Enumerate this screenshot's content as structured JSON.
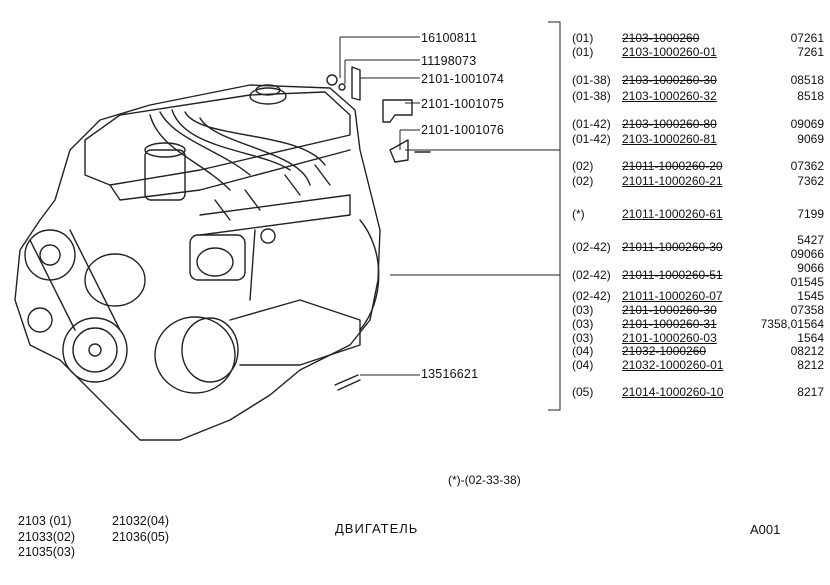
{
  "callouts": [
    {
      "id": "c1",
      "text": "16100811"
    },
    {
      "id": "c2",
      "text": "11198073"
    },
    {
      "id": "c3",
      "text": "2101-1001074"
    },
    {
      "id": "c4",
      "text": "2101-1001075"
    },
    {
      "id": "c5",
      "text": "2101-1001076"
    },
    {
      "id": "c6",
      "text": "13516621"
    }
  ],
  "variants": [
    {
      "prefix": "(01)",
      "code": "2103-1000260",
      "struck": true,
      "values": [
        "07261"
      ]
    },
    {
      "prefix": "(01)",
      "code": "2103-1000260-01",
      "struck": false,
      "values": [
        "7261"
      ]
    },
    {
      "prefix": "(01-38)",
      "code": "2103-1000260-30",
      "struck": true,
      "values": [
        "08518"
      ]
    },
    {
      "prefix": "(01-38)",
      "code": "2103-1000260-32",
      "struck": false,
      "values": [
        "8518"
      ]
    },
    {
      "prefix": "(01-42)",
      "code": "2103-1000260-80",
      "struck": true,
      "values": [
        "09069"
      ]
    },
    {
      "prefix": "(01-42)",
      "code": "2103-1000260-81",
      "struck": false,
      "values": [
        "9069"
      ]
    },
    {
      "prefix": "(02)",
      "code": "21011-1000260-20",
      "struck": true,
      "values": [
        "07362"
      ]
    },
    {
      "prefix": "(02)",
      "code": "21011-1000260-21",
      "struck": false,
      "values": [
        "7362"
      ]
    },
    {
      "prefix": "(*)",
      "code": "21011-1000260-61",
      "struck": false,
      "values": [
        "7199"
      ]
    },
    {
      "prefix": "(02-42)",
      "code": "21011-1000260-30",
      "struck": true,
      "values": [
        "5427",
        "09066"
      ]
    },
    {
      "prefix": "(02-42)",
      "code": "21011-1000260-51",
      "struck": true,
      "values": [
        "9066",
        "01545"
      ]
    },
    {
      "prefix": "(02-42)",
      "code": "21011-1000260-07",
      "struck": false,
      "values": [
        "1545"
      ]
    },
    {
      "prefix": "(03)",
      "code": "2101-1000260-30",
      "struck": true,
      "values": [
        "07358"
      ]
    },
    {
      "prefix": "(03)",
      "code": "2101-1000260-31",
      "struck": true,
      "values": [
        "7358,01564"
      ]
    },
    {
      "prefix": "(03)",
      "code": "2101-1000260-03",
      "struck": false,
      "values": [
        "1564"
      ]
    },
    {
      "prefix": "(04)",
      "code": "21032-1000260",
      "struck": true,
      "values": [
        "08212"
      ]
    },
    {
      "prefix": "(04)",
      "code": "21032-1000260-01",
      "struck": false,
      "values": [
        "8212"
      ]
    },
    {
      "prefix": "(05)",
      "code": "21014-1000260-10",
      "struck": false,
      "values": [
        "8217"
      ]
    }
  ],
  "footnote": "(*)-(02-33-38)",
  "models": [
    {
      "text": "2103  (01)"
    },
    {
      "text": "21032(04)"
    },
    {
      "text": "21033(02)"
    },
    {
      "text": "21036(05)"
    },
    {
      "text": "21035(03)"
    }
  ],
  "title": "ДВИГАТЕЛЬ",
  "sheet": "A001"
}
